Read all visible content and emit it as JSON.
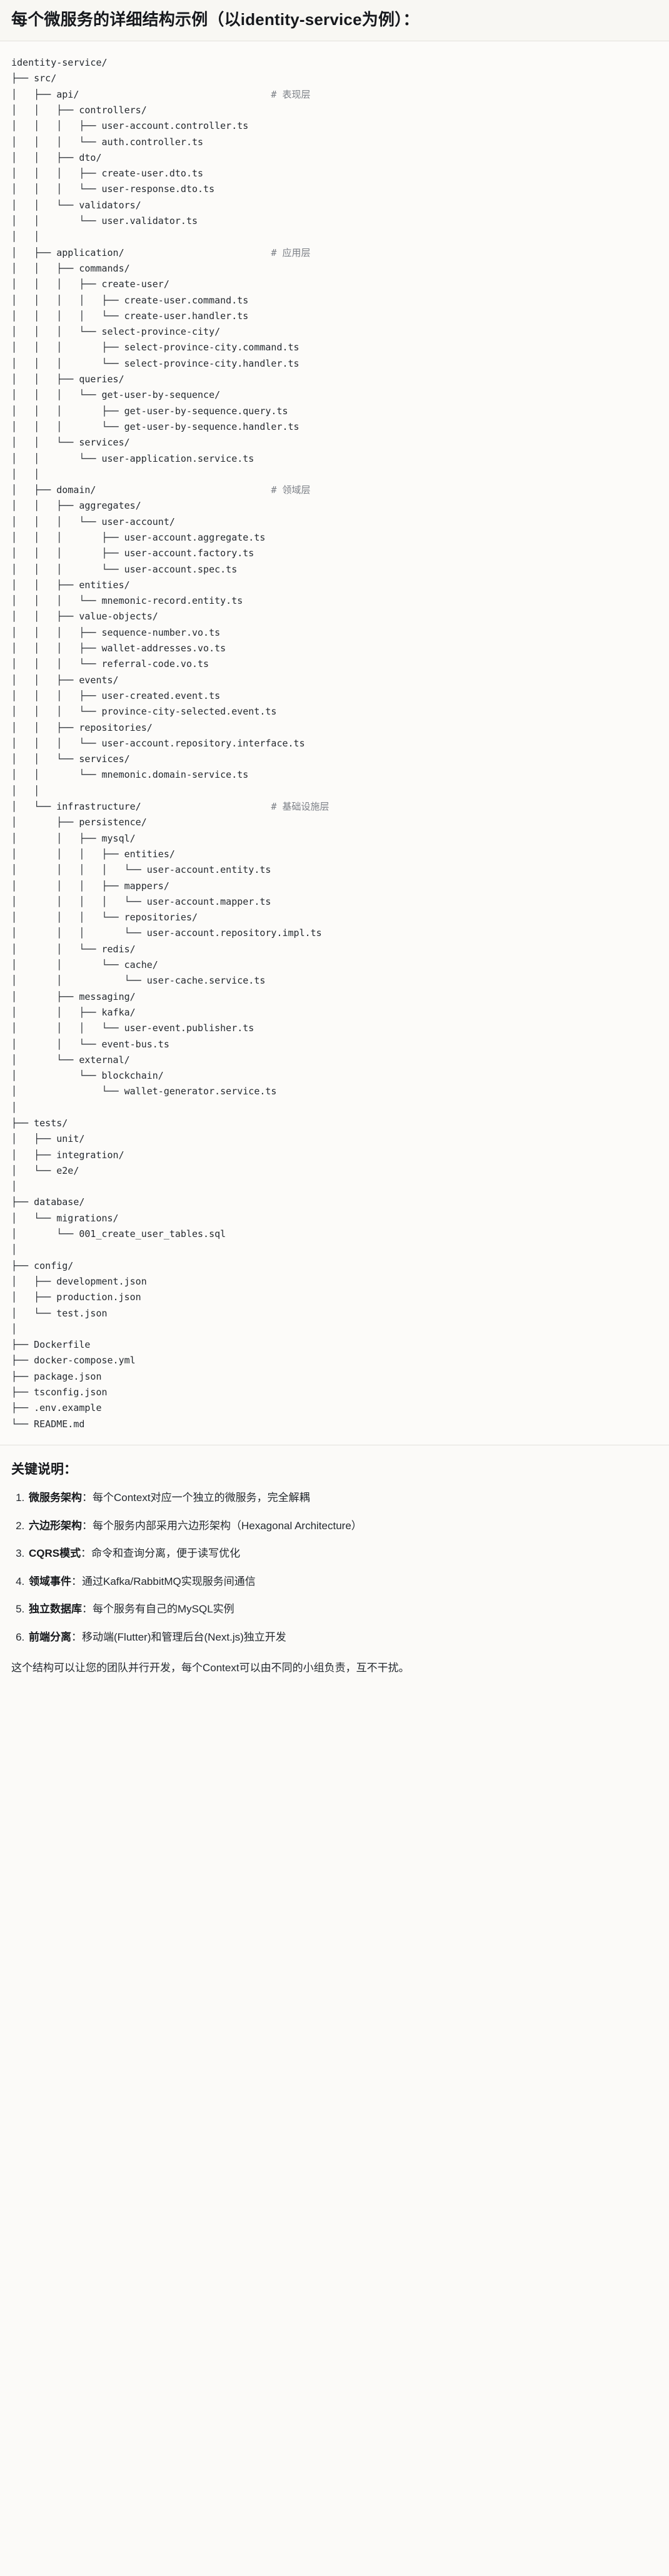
{
  "document": {
    "title": "每个微服务的详细结构示例（以identity-service为例）："
  },
  "tree": {
    "root_label": "identity-service/",
    "comment_prefix": "#",
    "lines": [
      {
        "text": "identity-service/",
        "comment": ""
      },
      {
        "text": "├── src/",
        "comment": ""
      },
      {
        "text": "│   ├── api/",
        "comment": "# 表现层"
      },
      {
        "text": "│   │   ├── controllers/",
        "comment": ""
      },
      {
        "text": "│   │   │   ├── user-account.controller.ts",
        "comment": ""
      },
      {
        "text": "│   │   │   └── auth.controller.ts",
        "comment": ""
      },
      {
        "text": "│   │   ├── dto/",
        "comment": ""
      },
      {
        "text": "│   │   │   ├── create-user.dto.ts",
        "comment": ""
      },
      {
        "text": "│   │   │   └── user-response.dto.ts",
        "comment": ""
      },
      {
        "text": "│   │   └── validators/",
        "comment": ""
      },
      {
        "text": "│   │       └── user.validator.ts",
        "comment": ""
      },
      {
        "text": "│   │",
        "comment": ""
      },
      {
        "text": "│   ├── application/",
        "comment": "# 应用层"
      },
      {
        "text": "│   │   ├── commands/",
        "comment": ""
      },
      {
        "text": "│   │   │   ├── create-user/",
        "comment": ""
      },
      {
        "text": "│   │   │   │   ├── create-user.command.ts",
        "comment": ""
      },
      {
        "text": "│   │   │   │   └── create-user.handler.ts",
        "comment": ""
      },
      {
        "text": "│   │   │   └── select-province-city/",
        "comment": ""
      },
      {
        "text": "│   │   │       ├── select-province-city.command.ts",
        "comment": ""
      },
      {
        "text": "│   │   │       └── select-province-city.handler.ts",
        "comment": ""
      },
      {
        "text": "│   │   ├── queries/",
        "comment": ""
      },
      {
        "text": "│   │   │   └── get-user-by-sequence/",
        "comment": ""
      },
      {
        "text": "│   │   │       ├── get-user-by-sequence.query.ts",
        "comment": ""
      },
      {
        "text": "│   │   │       └── get-user-by-sequence.handler.ts",
        "comment": ""
      },
      {
        "text": "│   │   └── services/",
        "comment": ""
      },
      {
        "text": "│   │       └── user-application.service.ts",
        "comment": ""
      },
      {
        "text": "│   │",
        "comment": ""
      },
      {
        "text": "│   ├── domain/",
        "comment": "# 领域层"
      },
      {
        "text": "│   │   ├── aggregates/",
        "comment": ""
      },
      {
        "text": "│   │   │   └── user-account/",
        "comment": ""
      },
      {
        "text": "│   │   │       ├── user-account.aggregate.ts",
        "comment": ""
      },
      {
        "text": "│   │   │       ├── user-account.factory.ts",
        "comment": ""
      },
      {
        "text": "│   │   │       └── user-account.spec.ts",
        "comment": ""
      },
      {
        "text": "│   │   ├── entities/",
        "comment": ""
      },
      {
        "text": "│   │   │   └── mnemonic-record.entity.ts",
        "comment": ""
      },
      {
        "text": "│   │   ├── value-objects/",
        "comment": ""
      },
      {
        "text": "│   │   │   ├── sequence-number.vo.ts",
        "comment": ""
      },
      {
        "text": "│   │   │   ├── wallet-addresses.vo.ts",
        "comment": ""
      },
      {
        "text": "│   │   │   └── referral-code.vo.ts",
        "comment": ""
      },
      {
        "text": "│   │   ├── events/",
        "comment": ""
      },
      {
        "text": "│   │   │   ├── user-created.event.ts",
        "comment": ""
      },
      {
        "text": "│   │   │   └── province-city-selected.event.ts",
        "comment": ""
      },
      {
        "text": "│   │   ├── repositories/",
        "comment": ""
      },
      {
        "text": "│   │   │   └── user-account.repository.interface.ts",
        "comment": ""
      },
      {
        "text": "│   │   └── services/",
        "comment": ""
      },
      {
        "text": "│   │       └── mnemonic.domain-service.ts",
        "comment": ""
      },
      {
        "text": "│   │",
        "comment": ""
      },
      {
        "text": "│   └── infrastructure/",
        "comment": "# 基础设施层"
      },
      {
        "text": "│       ├── persistence/",
        "comment": ""
      },
      {
        "text": "│       │   ├── mysql/",
        "comment": ""
      },
      {
        "text": "│       │   │   ├── entities/",
        "comment": ""
      },
      {
        "text": "│       │   │   │   └── user-account.entity.ts",
        "comment": ""
      },
      {
        "text": "│       │   │   ├── mappers/",
        "comment": ""
      },
      {
        "text": "│       │   │   │   └── user-account.mapper.ts",
        "comment": ""
      },
      {
        "text": "│       │   │   └── repositories/",
        "comment": ""
      },
      {
        "text": "│       │   │       └── user-account.repository.impl.ts",
        "comment": ""
      },
      {
        "text": "│       │   └── redis/",
        "comment": ""
      },
      {
        "text": "│       │       └── cache/",
        "comment": ""
      },
      {
        "text": "│       │           └── user-cache.service.ts",
        "comment": ""
      },
      {
        "text": "│       ├── messaging/",
        "comment": ""
      },
      {
        "text": "│       │   ├── kafka/",
        "comment": ""
      },
      {
        "text": "│       │   │   └── user-event.publisher.ts",
        "comment": ""
      },
      {
        "text": "│       │   └── event-bus.ts",
        "comment": ""
      },
      {
        "text": "│       └── external/",
        "comment": ""
      },
      {
        "text": "│           └── blockchain/",
        "comment": ""
      },
      {
        "text": "│               └── wallet-generator.service.ts",
        "comment": ""
      },
      {
        "text": "│",
        "comment": ""
      },
      {
        "text": "├── tests/",
        "comment": ""
      },
      {
        "text": "│   ├── unit/",
        "comment": ""
      },
      {
        "text": "│   ├── integration/",
        "comment": ""
      },
      {
        "text": "│   └── e2e/",
        "comment": ""
      },
      {
        "text": "│",
        "comment": ""
      },
      {
        "text": "├── database/",
        "comment": ""
      },
      {
        "text": "│   └── migrations/",
        "comment": ""
      },
      {
        "text": "│       └── 001_create_user_tables.sql",
        "comment": ""
      },
      {
        "text": "│",
        "comment": ""
      },
      {
        "text": "├── config/",
        "comment": ""
      },
      {
        "text": "│   ├── development.json",
        "comment": ""
      },
      {
        "text": "│   ├── production.json",
        "comment": ""
      },
      {
        "text": "│   └── test.json",
        "comment": ""
      },
      {
        "text": "│",
        "comment": ""
      },
      {
        "text": "├── Dockerfile",
        "comment": ""
      },
      {
        "text": "├── docker-compose.yml",
        "comment": ""
      },
      {
        "text": "├── package.json",
        "comment": ""
      },
      {
        "text": "├── tsconfig.json",
        "comment": ""
      },
      {
        "text": "├── .env.example",
        "comment": ""
      },
      {
        "text": "└── README.md",
        "comment": ""
      }
    ]
  },
  "notes": {
    "heading": "关键说明：",
    "items": [
      {
        "term": "微服务架构",
        "sep": "：",
        "desc": "每个Context对应一个独立的微服务，完全解耦"
      },
      {
        "term": "六边形架构",
        "sep": "：",
        "desc": "每个服务内部采用六边形架构（Hexagonal Architecture）"
      },
      {
        "term": "CQRS模式",
        "sep": "：",
        "desc": "命令和查询分离，便于读写优化"
      },
      {
        "term": "领域事件",
        "sep": "：",
        "desc": "通过Kafka/RabbitMQ实现服务间通信"
      },
      {
        "term": "独立数据库",
        "sep": "：",
        "desc": "每个服务有自己的MySQL实例"
      },
      {
        "term": "前端分离",
        "sep": "：",
        "desc": "移动端(Flutter)和管理后台(Next.js)独立开发"
      }
    ],
    "closing": "这个结构可以让您的团队并行开发，每个Context可以由不同的小组负责，互不干扰。"
  },
  "colors": {
    "page_bg": "#fbfaf8",
    "code_bg": "#fcfbf9",
    "text": "#24292f",
    "comment": "#7b7f86",
    "divider": "#e3e1dc"
  }
}
